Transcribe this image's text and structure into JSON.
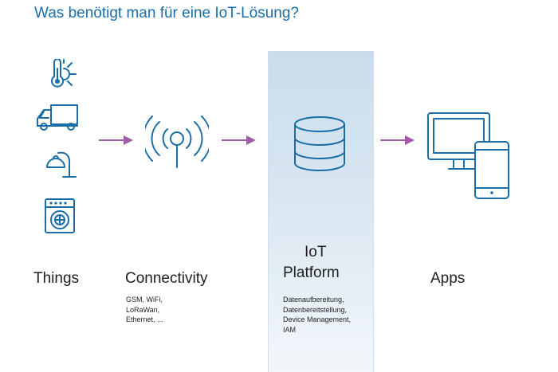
{
  "title": "Was benötigt man für eine IoT-Lösung?",
  "columns": {
    "things": {
      "label": "Things",
      "icons": [
        "thermometer-sun-icon",
        "truck-icon",
        "desk-lamp-icon",
        "washing-machine-icon"
      ]
    },
    "connectivity": {
      "label": "Connectivity",
      "details": [
        "GSM, WiFi,",
        "LoRaWan,",
        "Ethernet, ..."
      ],
      "icon": "antenna-signal-icon"
    },
    "platform": {
      "label_line1": "IoT",
      "label_line2": "Platform",
      "details": [
        "Datenaufbereitung,",
        "Datenbereitstellung,",
        "Device Management,",
        "IAM"
      ],
      "icon": "database-icon"
    },
    "apps": {
      "label": "Apps",
      "icon": "desktop-smartphone-icon"
    }
  },
  "colors": {
    "title": "#1a6ea8",
    "icon_stroke": "#1a6ea8",
    "arrow": "#a05ba8",
    "platform_panel": "#d6e5f1",
    "text": "#1f1f1f"
  }
}
